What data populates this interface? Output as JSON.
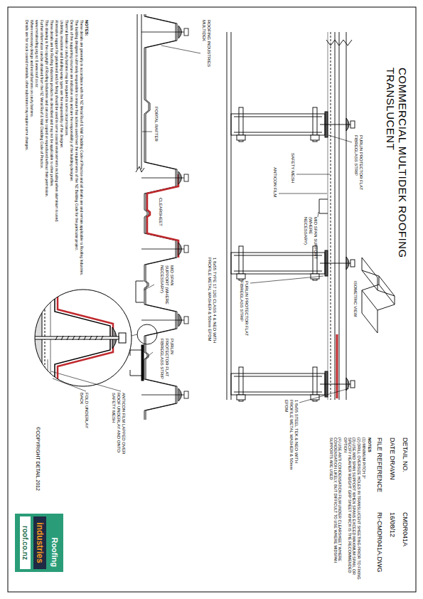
{
  "diagram": {
    "title": "COMMERCIAL MULTIDEK ROOFING TRANSLUCENT",
    "nodes": [
      {
        "text": [
          "Roofing",
          "industries",
          "roof.co.nz"
        ]
      }
    ],
    "labels": [
      "ISOMETRIC VIEW",
      "DETAIL NO.",
      "CMDR041A",
      "DATE DRAWN",
      "16/08/12",
      "FILE REFERENCE",
      "RI-CMDR041A.DWG",
      "NOTES",
      "(1) MINIMUM PITCH 3°",
      "(2) DRILL OVERSIZE HOLES IN TRANSLUCENT SHEETING PRIOR TO FIXING",
      "(3) USE MID SPAN SUPPORT WHEN SPANS EXCEED MAXIMUM SPAN, OR SPECIFY HEAVIER WEIGHT GRP SHEET WHICH IS THE RECOMMENDED OPTION",
      "(4) USE ANTI CONDENSATION FILM UNDER CLEARSHEET WHERE CONDENSATION LIKELY, BUT DIFFICULT TO USE WHERE MIDSPAN SUPPORTS ARE USED",
      "PURLIN PROTECTOR FLAT FIBREGLASS STRIP",
      "MID SPAN SUPPORT (WHERE NECESSARY)",
      "SAFETY MESH",
      "ANTICON FILM",
      "PURLIN PROTECTOR FLAT FIBREGLASS STRIP",
      "1 8x55 STEEL TEK & NEO WITH PROFILE METAL WASHER & 50mm EPDM",
      "ROOFING INDUSTRIES MULTIDEK",
      "PORTAL RAFTER",
      "CLEARSHEET",
      "1 8x55 TYPE 17 12G CLASS 4 & NEO WITH PROFILE METAL WASHER & 50mm EPDM",
      "MID SPAN SUPPORT (WHERE NECESSARY)",
      "PURLIN PROTECTOR FLAT FIBREGLASS STRIP",
      "ANTICON FILM LAPPED OVER ROOF UNDERLAY AND ONTO SAFETY MESH",
      "FOLD UNDERLAY BACK",
      "NOTES:",
      "These details are generally in accordance with the NZ Metal Roof & Wall Cladding Code of Practice and all details are and remain applicable to Roofing Industries.",
      "The building designer is ultimately responsible to ensure that actions used meet the requirements of the NZ Building Code for the particular project.",
      "Details of the supporting structure are indicative only and are the responsibility of the building designer.",
      "Thermal breaks or cavity battens may be required in some circumstances.",
      "Underlay, insulation and building wrap types are the responsibility of the designer.",
      "Alternative support for galvanised and /or fixing should be used in some coastal environments including when aluminium is used.",
      "These details are for Roofing Industries products as described and may not be applicable to other profiles.",
      "This drawing is the copyright of Roofing Industries and can not be copied or reproduced without their permission.",
      "Further information can be obtained from the NZ Metal Roof & Wall Cladding Code of Practice.",
      "www.metalroofing.org.nz & www.roof.co.nz",
      "Where necessary design and install battens on cavity battens.",
      "Details are for stock coated materials, other substrates may require some changes.",
      "©COPYRIGHT DETAIL 2012"
    ]
  }
}
